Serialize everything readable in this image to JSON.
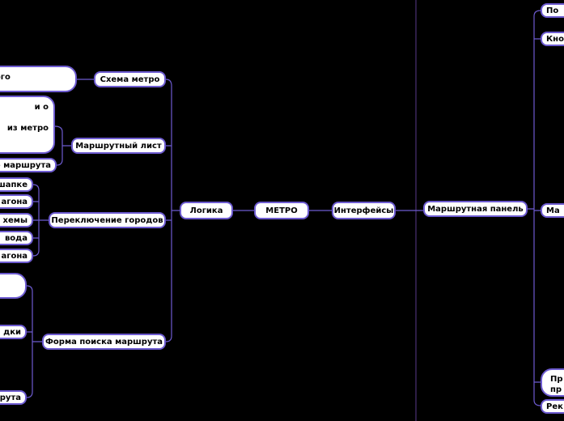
{
  "diagram": {
    "root": "МЕТРО",
    "logic": {
      "label": "Логика",
      "branches": {
        "metro_map": {
          "label": "Схема метро",
          "children": [
            "ного"
          ]
        },
        "route_sheet": {
          "label": "Маршрутный лист",
          "children": [
            "и о\n\nиз метро",
            "о маршрута"
          ]
        },
        "city_switch": {
          "label": "Переключение городов",
          "children": [
            "шапке",
            "агона",
            "хемы",
            "вода",
            "агона"
          ]
        },
        "route_search": {
          "label": "Форма поиска маршрута",
          "children": [
            "",
            "дки",
            "рута"
          ]
        }
      }
    },
    "interfaces": {
      "label": "Интерфейсы",
      "route_panel": {
        "label": "Маршрутная панель",
        "children": [
          "По",
          "Кно",
          "Ма",
          "Пр\nпр",
          "Рек"
        ]
      }
    }
  },
  "colors": {
    "background": "#000000",
    "connector": "#6d5bd0",
    "divider": "#5a3a8c",
    "node_fill": "#ffffff",
    "node_border": "#6d5bd0"
  }
}
